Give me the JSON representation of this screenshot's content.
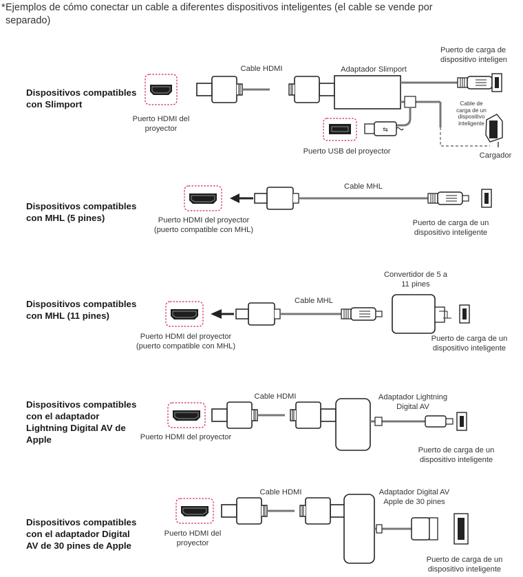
{
  "intro": {
    "star": "*",
    "line1": "Ejemplos de cómo conectar un cable a diferentes dispositivos inteligentes (el cable se vende por",
    "line2": "separado)"
  },
  "sections": [
    {
      "title_lines": [
        "Dispositivos compatibles",
        "con Slimport"
      ],
      "labels": {
        "hdmi_port": [
          "Puerto HDMI del",
          "proyector"
        ],
        "cable": "Cable HDMI",
        "adapter": "Adaptador Slimport",
        "charge_port": [
          "Puerto de carga de",
          "dispositivo inteligen"
        ],
        "charge_cable": [
          "Cable de",
          "carga de un",
          "dispositivo",
          "inteligente"
        ],
        "usb_port": "Puerto USB del proyector",
        "charger": "Cargador"
      }
    },
    {
      "title_lines": [
        "Dispositivos compatibles",
        "con MHL (5 pines)"
      ],
      "labels": {
        "hdmi_port": [
          "Puerto HDMI del proyector",
          "(puerto compatible con MHL)"
        ],
        "cable": "Cable MHL",
        "charge_port": [
          "Puerto de carga de un",
          "dispositivo inteligente"
        ]
      }
    },
    {
      "title_lines": [
        "Dispositivos compatibles",
        "con MHL (11 pines)"
      ],
      "labels": {
        "hdmi_port": [
          "Puerto HDMI del proyector",
          "(puerto compatible con MHL)"
        ],
        "cable": "Cable MHL",
        "converter": [
          "Convertidor de 5 a",
          "11 pines"
        ],
        "charge_port": [
          "Puerto de carga de un",
          "dispositivo inteligente"
        ]
      }
    },
    {
      "title_lines": [
        "Dispositivos compatibles",
        "con el adaptador",
        "Lightning Digital AV de",
        "Apple"
      ],
      "labels": {
        "hdmi_port": [
          "Puerto HDMI del proyector"
        ],
        "cable": "Cable HDMI",
        "adapter": [
          "Adaptador Lightning",
          "Digital AV"
        ],
        "charge_port": [
          "Puerto de carga de un",
          "dispositivo inteligente"
        ]
      }
    },
    {
      "title_lines": [
        "Dispositivos compatibles",
        "con el adaptador Digital",
        "AV de 30 pines de Apple"
      ],
      "labels": {
        "hdmi_port": [
          "Puerto HDMI del",
          "proyector"
        ],
        "cable": "Cable HDMI",
        "adapter": [
          "Adaptador Digital AV",
          "Apple de 30 pines"
        ],
        "charge_port": [
          "Puerto de carga de un",
          "dispositivo inteligente"
        ]
      }
    }
  ],
  "colors": {
    "line": "#222222",
    "port_outline": "#d6204f",
    "port_fill": "#1e1e1e",
    "cable_gray": "#777777"
  }
}
